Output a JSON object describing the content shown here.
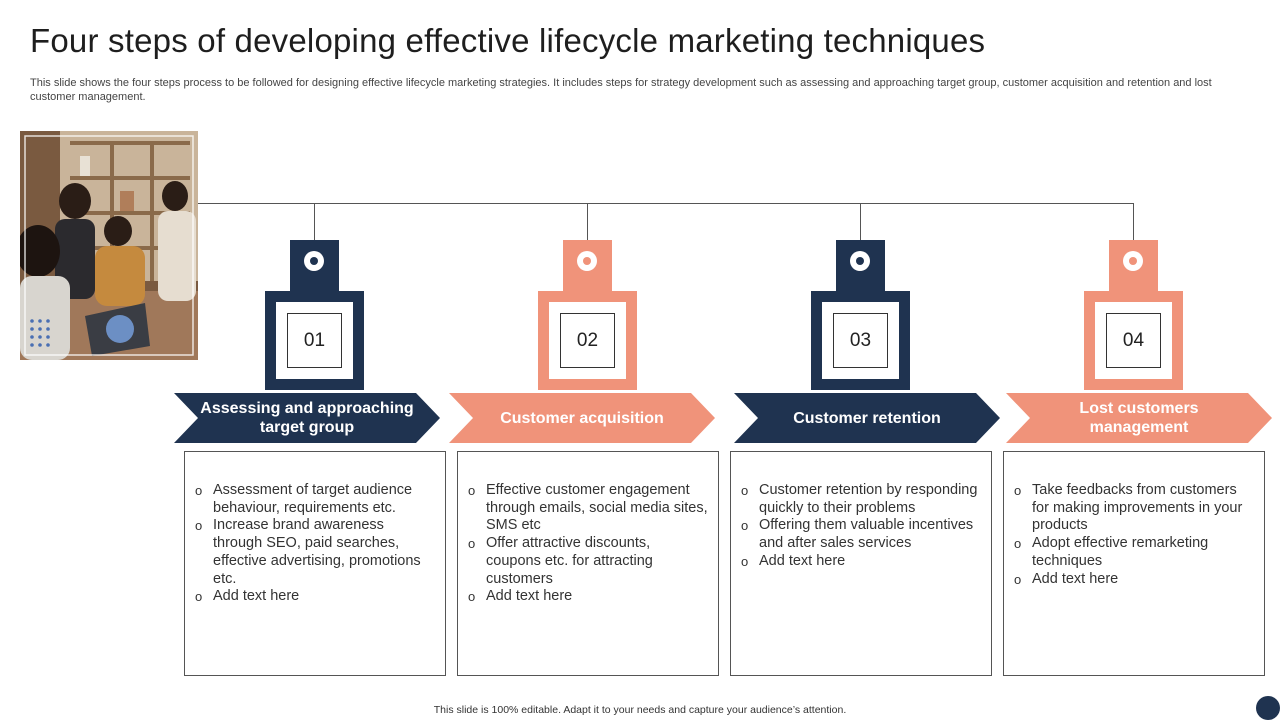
{
  "title": "Four steps of developing effective lifecycle marketing techniques",
  "subtitle": "This slide shows the four steps process to be followed for designing effective lifecycle marketing strategies. It includes steps for strategy development such as assessing and approaching target group, customer acquisition and retention and lost customer management.",
  "colors": {
    "navy": "#1f3350",
    "salmon": "#f0937a"
  },
  "steps": [
    {
      "number": "01",
      "title": "Assessing and approaching target group",
      "color": "navy",
      "bullets": [
        "Assessment of target audience behaviour, requirements etc.",
        "Increase brand awareness through SEO, paid searches, effective advertising, promotions etc.",
        "Add text here"
      ]
    },
    {
      "number": "02",
      "title": "Customer acquisition",
      "color": "salmon",
      "bullets": [
        "Effective customer engagement through emails, social media sites, SMS etc",
        "Offer attractive discounts, coupons etc. for attracting customers",
        "Add text here"
      ]
    },
    {
      "number": "03",
      "title": "Customer retention",
      "color": "navy",
      "bullets": [
        "Customer retention by responding quickly to their problems",
        "Offering them valuable incentives and after sales services",
        "Add text here"
      ]
    },
    {
      "number": "04",
      "title": "Lost customers management",
      "color": "salmon",
      "bullets": [
        "Take feedbacks from customers for making improvements in your products",
        "Adopt effective remarketing techniques",
        "Add text here"
      ]
    }
  ],
  "bullet_glyph": "o",
  "footer": "This slide is 100% editable. Adapt it to your needs and capture your audience’s attention.",
  "icons": {
    "photo": "team-meeting-photo",
    "page": "page-indicator-icon"
  }
}
